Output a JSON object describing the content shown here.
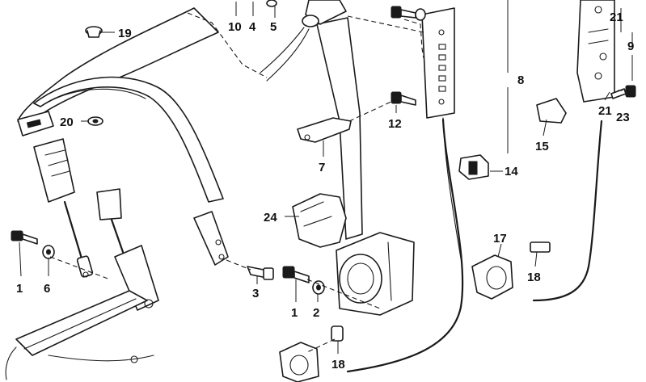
{
  "callouts": [
    {
      "id": "c19",
      "label": "19"
    },
    {
      "id": "c20",
      "label": "20"
    },
    {
      "id": "c10",
      "label": "10"
    },
    {
      "id": "c4",
      "label": "4"
    },
    {
      "id": "c5",
      "label": "5"
    },
    {
      "id": "c21a",
      "label": "21"
    },
    {
      "id": "c9",
      "label": "9"
    },
    {
      "id": "c8",
      "label": "8"
    },
    {
      "id": "c12",
      "label": "12"
    },
    {
      "id": "c21b",
      "label": "21"
    },
    {
      "id": "c23",
      "label": "23"
    },
    {
      "id": "c15",
      "label": "15"
    },
    {
      "id": "c7",
      "label": "7"
    },
    {
      "id": "c14",
      "label": "14"
    },
    {
      "id": "c24",
      "label": "24"
    },
    {
      "id": "c17",
      "label": "17"
    },
    {
      "id": "c18a",
      "label": "18"
    },
    {
      "id": "c1a",
      "label": "1"
    },
    {
      "id": "c6",
      "label": "6"
    },
    {
      "id": "c3",
      "label": "3"
    },
    {
      "id": "c1b",
      "label": "1"
    },
    {
      "id": "c2",
      "label": "2"
    },
    {
      "id": "c18b",
      "label": "18"
    }
  ]
}
